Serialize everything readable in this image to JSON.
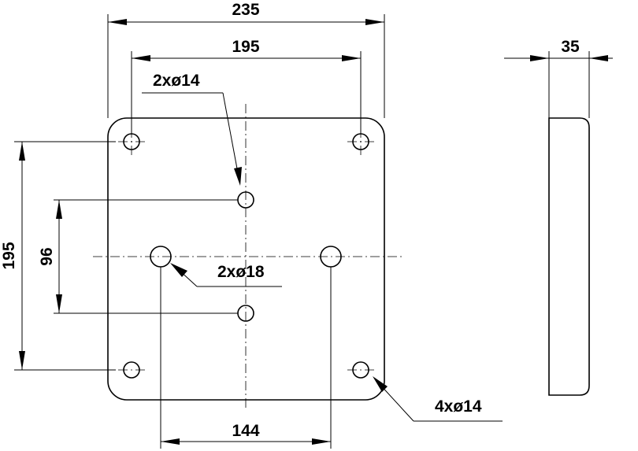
{
  "dimensions": {
    "overall_width": "235",
    "hole_spacing_width": "195",
    "thickness": "35",
    "hole_spacing_height": "195",
    "center_holes_spacing": "96",
    "side_holes_spacing": "144"
  },
  "callouts": {
    "center_holes": "2xø14",
    "side_holes": "2xø18",
    "corner_holes": "4xø14"
  }
}
